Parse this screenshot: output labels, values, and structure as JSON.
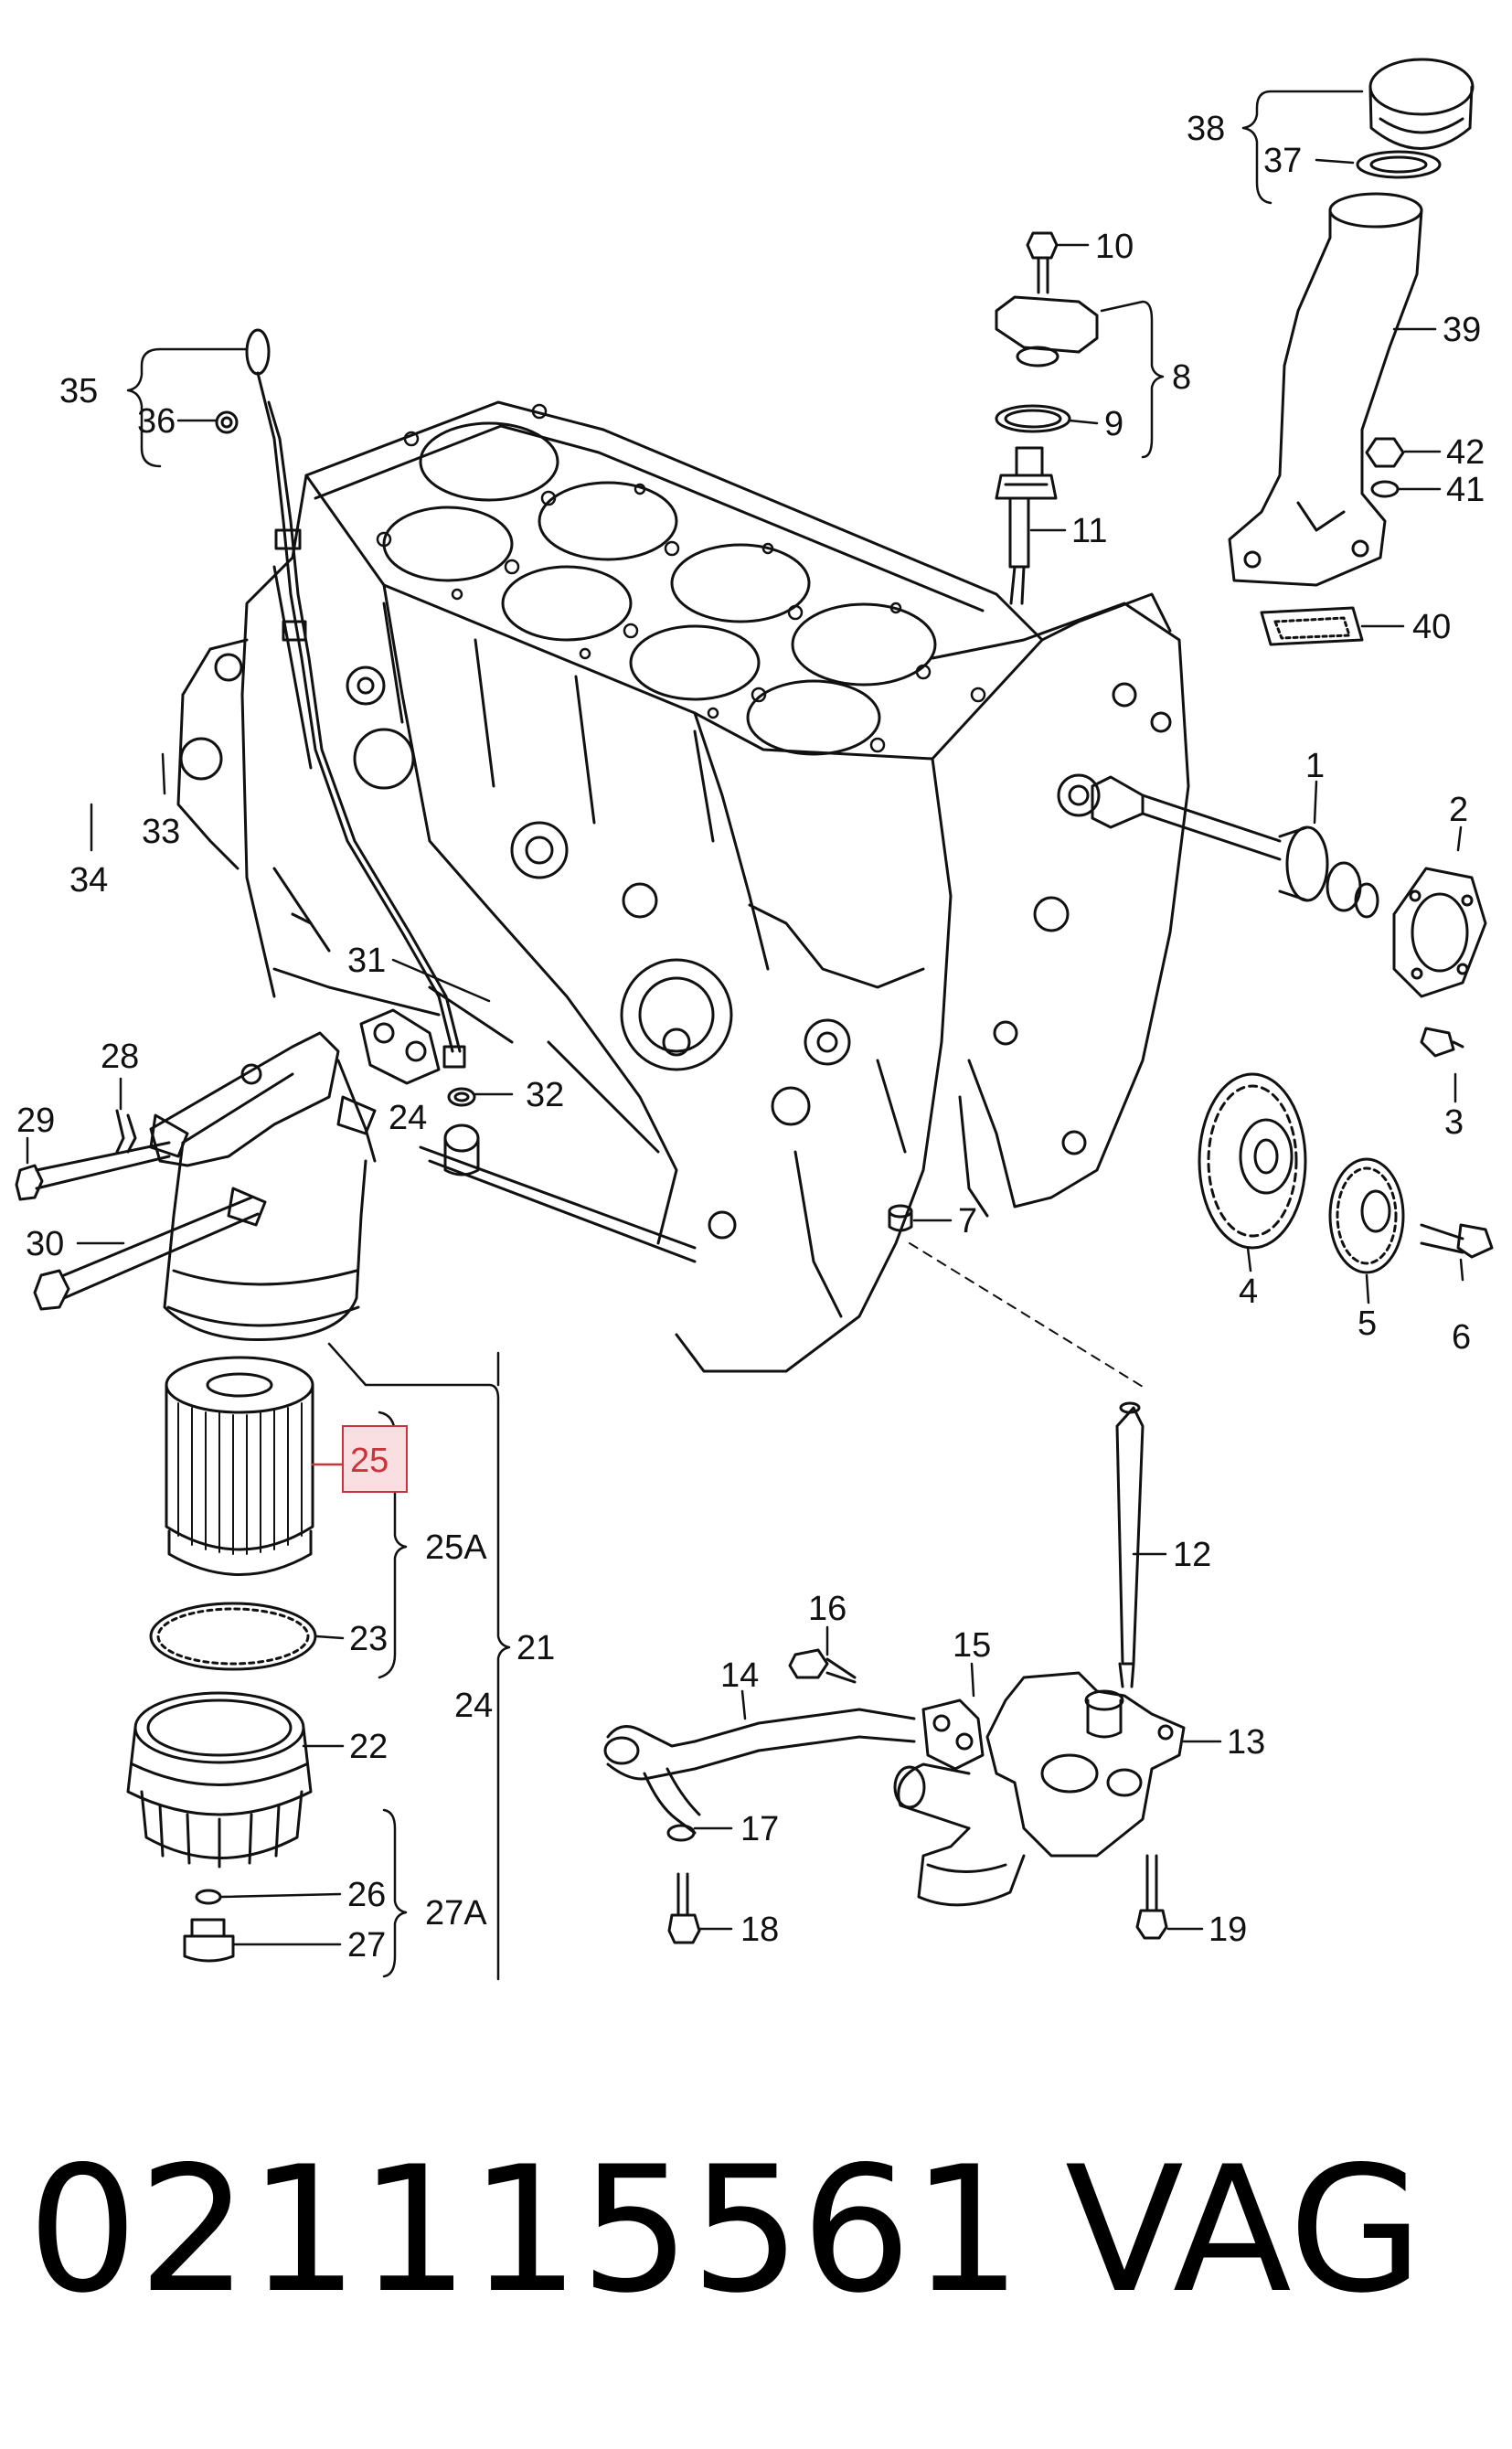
{
  "diagram": {
    "callouts": [
      {
        "id": "1",
        "text": "1"
      },
      {
        "id": "2",
        "text": "2"
      },
      {
        "id": "3",
        "text": "3"
      },
      {
        "id": "4",
        "text": "4"
      },
      {
        "id": "5",
        "text": "5"
      },
      {
        "id": "6",
        "text": "6"
      },
      {
        "id": "7",
        "text": "7"
      },
      {
        "id": "8",
        "text": "8"
      },
      {
        "id": "9",
        "text": "9"
      },
      {
        "id": "10",
        "text": "10"
      },
      {
        "id": "11",
        "text": "11"
      },
      {
        "id": "12",
        "text": "12"
      },
      {
        "id": "13",
        "text": "13"
      },
      {
        "id": "14",
        "text": "14"
      },
      {
        "id": "15",
        "text": "15"
      },
      {
        "id": "16",
        "text": "16"
      },
      {
        "id": "17",
        "text": "17"
      },
      {
        "id": "18",
        "text": "18"
      },
      {
        "id": "19",
        "text": "19"
      },
      {
        "id": "21",
        "text": "21"
      },
      {
        "id": "22",
        "text": "22"
      },
      {
        "id": "23",
        "text": "23"
      },
      {
        "id": "24a",
        "text": "24"
      },
      {
        "id": "24b",
        "text": "24"
      },
      {
        "id": "25",
        "text": "25"
      },
      {
        "id": "25A",
        "text": "25A"
      },
      {
        "id": "26",
        "text": "26"
      },
      {
        "id": "27",
        "text": "27"
      },
      {
        "id": "27A",
        "text": "27A"
      },
      {
        "id": "28",
        "text": "28"
      },
      {
        "id": "29",
        "text": "29"
      },
      {
        "id": "30",
        "text": "30"
      },
      {
        "id": "31",
        "text": "31"
      },
      {
        "id": "32",
        "text": "32"
      },
      {
        "id": "33",
        "text": "33"
      },
      {
        "id": "34",
        "text": "34"
      },
      {
        "id": "35",
        "text": "35"
      },
      {
        "id": "36",
        "text": "36"
      },
      {
        "id": "37",
        "text": "37"
      },
      {
        "id": "38",
        "text": "38"
      },
      {
        "id": "39",
        "text": "39"
      },
      {
        "id": "40",
        "text": "40"
      },
      {
        "id": "41",
        "text": "41"
      },
      {
        "id": "42",
        "text": "42"
      }
    ],
    "highlighted_callout": "25",
    "highlight_color": "#c9343c",
    "line_color": "#111111"
  },
  "caption": {
    "part_number": "021115561",
    "brand": "VAG"
  }
}
